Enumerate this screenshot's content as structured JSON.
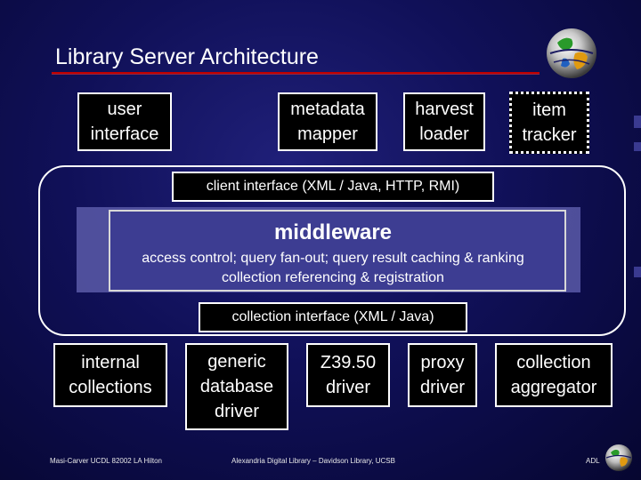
{
  "slide": {
    "title": "Library Server Architecture",
    "colors": {
      "background": "#101058",
      "title_rule": "#c00000",
      "middleware_fill": "#3d3d92"
    }
  },
  "top_boxes": [
    {
      "label": "user\ninterface"
    },
    {
      "label": "metadata\nmapper"
    },
    {
      "label": "harvest\nloader"
    },
    {
      "label": "item\ntracker"
    }
  ],
  "client_interface": "client interface (XML / Java, HTTP, RMI)",
  "middleware": {
    "title": "middleware",
    "description": "access control; query fan-out; query result caching & ranking\ncollection referencing & registration"
  },
  "collection_interface": "collection interface (XML / Java)",
  "bottom_boxes": [
    {
      "label": "internal\ncollections"
    },
    {
      "label": "generic\ndatabase\ndriver"
    },
    {
      "label": "Z39.50\ndriver"
    },
    {
      "label": "proxy\ndriver"
    },
    {
      "label": "collection\naggregator"
    }
  ],
  "footer": {
    "left": "Masi-Carver UCDL 82002 LA Hilton",
    "center": "Alexandria Digital Library – Davidson Library, UCSB",
    "right": "ADL"
  },
  "icons": {
    "logo": "globe-logo-icon",
    "adl_logo": "adl-globe-icon"
  }
}
